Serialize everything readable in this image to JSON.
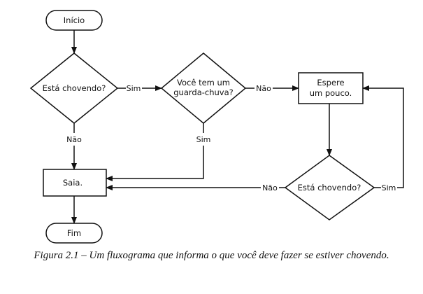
{
  "nodes": {
    "start": "Início",
    "q_raining_1": "Está chovendo?",
    "q_umbrella_line1": "Você tem um",
    "q_umbrella_line2": "guarda-chuva?",
    "wait_line1": "Espere",
    "wait_line2": "um pouco.",
    "q_raining_2": "Está chovendo?",
    "go_out": "Saia.",
    "end": "Fim"
  },
  "edges": {
    "raining1_yes": "Sim",
    "raining1_no": "Não",
    "umbrella_no": "Não",
    "umbrella_yes": "Sim",
    "raining2_yes": "Sim",
    "raining2_no": "Não"
  },
  "caption_text": "Figura 2.1 – Um fluxograma que informa o que você deve fazer se estiver chovendo."
}
